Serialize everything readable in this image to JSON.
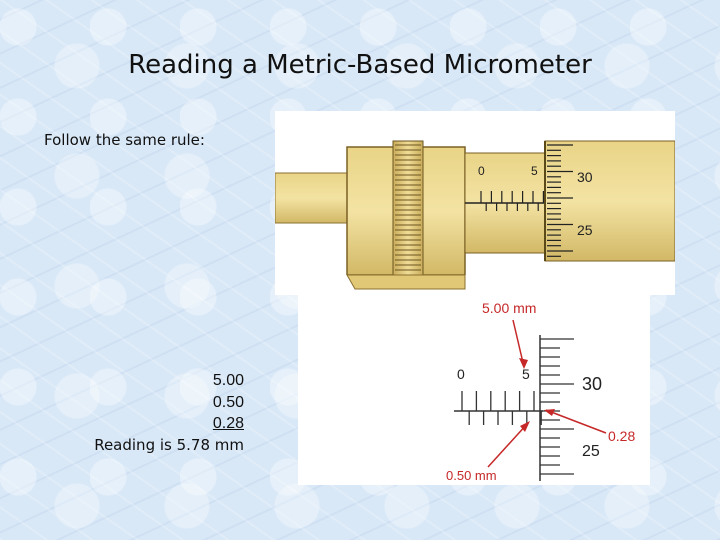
{
  "slide": {
    "title": "Reading a Metric-Based Micrometer",
    "instruction": "Follow the same rule:"
  },
  "calculation": {
    "line1": "5.00",
    "line2": "0.50",
    "line3": "0.28",
    "result": "Reading is 5.78 mm"
  },
  "photo": {
    "sleeve_labels": [
      "0",
      "5"
    ],
    "thimble_labels": [
      "30",
      "25"
    ]
  },
  "diagram": {
    "callout_main": "5.00 mm",
    "callout_half": "0.50 mm",
    "callout_thimble": "0.28",
    "sleeve_labels": [
      "0",
      "5"
    ],
    "thimble_labels": [
      "30",
      "25"
    ],
    "callout_color": "#c62828"
  }
}
